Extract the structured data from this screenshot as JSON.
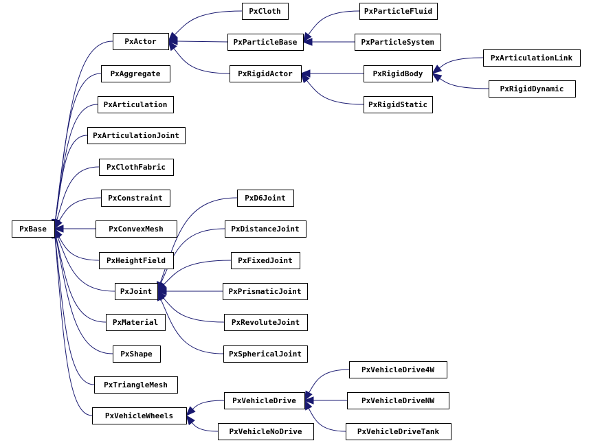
{
  "diagram": {
    "type": "class-inheritance-graph",
    "nodes": [
      {
        "id": "PxBase",
        "label": "PxBase"
      },
      {
        "id": "PxActor",
        "label": "PxActor"
      },
      {
        "id": "PxAggregate",
        "label": "PxAggregate"
      },
      {
        "id": "PxArticulation",
        "label": "PxArticulation"
      },
      {
        "id": "PxArticulationJoint",
        "label": "PxArticulationJoint"
      },
      {
        "id": "PxClothFabric",
        "label": "PxClothFabric"
      },
      {
        "id": "PxConstraint",
        "label": "PxConstraint"
      },
      {
        "id": "PxConvexMesh",
        "label": "PxConvexMesh"
      },
      {
        "id": "PxHeightField",
        "label": "PxHeightField"
      },
      {
        "id": "PxJoint",
        "label": "PxJoint"
      },
      {
        "id": "PxMaterial",
        "label": "PxMaterial"
      },
      {
        "id": "PxShape",
        "label": "PxShape"
      },
      {
        "id": "PxTriangleMesh",
        "label": "PxTriangleMesh"
      },
      {
        "id": "PxVehicleWheels",
        "label": "PxVehicleWheels"
      },
      {
        "id": "PxCloth",
        "label": "PxCloth"
      },
      {
        "id": "PxParticleBase",
        "label": "PxParticleBase"
      },
      {
        "id": "PxRigidActor",
        "label": "PxRigidActor"
      },
      {
        "id": "PxParticleFluid",
        "label": "PxParticleFluid"
      },
      {
        "id": "PxParticleSystem",
        "label": "PxParticleSystem"
      },
      {
        "id": "PxRigidBody",
        "label": "PxRigidBody"
      },
      {
        "id": "PxRigidStatic",
        "label": "PxRigidStatic"
      },
      {
        "id": "PxArticulationLink",
        "label": "PxArticulationLink"
      },
      {
        "id": "PxRigidDynamic",
        "label": "PxRigidDynamic"
      },
      {
        "id": "PxD6Joint",
        "label": "PxD6Joint"
      },
      {
        "id": "PxDistanceJoint",
        "label": "PxDistanceJoint"
      },
      {
        "id": "PxFixedJoint",
        "label": "PxFixedJoint"
      },
      {
        "id": "PxPrismaticJoint",
        "label": "PxPrismaticJoint"
      },
      {
        "id": "PxRevoluteJoint",
        "label": "PxRevoluteJoint"
      },
      {
        "id": "PxSphericalJoint",
        "label": "PxSphericalJoint"
      },
      {
        "id": "PxVehicleDrive",
        "label": "PxVehicleDrive"
      },
      {
        "id": "PxVehicleNoDrive",
        "label": "PxVehicleNoDrive"
      },
      {
        "id": "PxVehicleDrive4W",
        "label": "PxVehicleDrive4W"
      },
      {
        "id": "PxVehicleDriveNW",
        "label": "PxVehicleDriveNW"
      },
      {
        "id": "PxVehicleDriveTank",
        "label": "PxVehicleDriveTank"
      }
    ],
    "edges": [
      {
        "from": "PxActor",
        "to": "PxBase"
      },
      {
        "from": "PxAggregate",
        "to": "PxBase"
      },
      {
        "from": "PxArticulation",
        "to": "PxBase"
      },
      {
        "from": "PxArticulationJoint",
        "to": "PxBase"
      },
      {
        "from": "PxClothFabric",
        "to": "PxBase"
      },
      {
        "from": "PxConstraint",
        "to": "PxBase"
      },
      {
        "from": "PxConvexMesh",
        "to": "PxBase"
      },
      {
        "from": "PxHeightField",
        "to": "PxBase"
      },
      {
        "from": "PxJoint",
        "to": "PxBase"
      },
      {
        "from": "PxMaterial",
        "to": "PxBase"
      },
      {
        "from": "PxShape",
        "to": "PxBase"
      },
      {
        "from": "PxTriangleMesh",
        "to": "PxBase"
      },
      {
        "from": "PxVehicleWheels",
        "to": "PxBase"
      },
      {
        "from": "PxCloth",
        "to": "PxActor"
      },
      {
        "from": "PxParticleBase",
        "to": "PxActor"
      },
      {
        "from": "PxRigidActor",
        "to": "PxActor"
      },
      {
        "from": "PxParticleFluid",
        "to": "PxParticleBase"
      },
      {
        "from": "PxParticleSystem",
        "to": "PxParticleBase"
      },
      {
        "from": "PxRigidBody",
        "to": "PxRigidActor"
      },
      {
        "from": "PxRigidStatic",
        "to": "PxRigidActor"
      },
      {
        "from": "PxArticulationLink",
        "to": "PxRigidBody"
      },
      {
        "from": "PxRigidDynamic",
        "to": "PxRigidBody"
      },
      {
        "from": "PxD6Joint",
        "to": "PxJoint"
      },
      {
        "from": "PxDistanceJoint",
        "to": "PxJoint"
      },
      {
        "from": "PxFixedJoint",
        "to": "PxJoint"
      },
      {
        "from": "PxPrismaticJoint",
        "to": "PxJoint"
      },
      {
        "from": "PxRevoluteJoint",
        "to": "PxJoint"
      },
      {
        "from": "PxSphericalJoint",
        "to": "PxJoint"
      },
      {
        "from": "PxVehicleDrive",
        "to": "PxVehicleWheels"
      },
      {
        "from": "PxVehicleNoDrive",
        "to": "PxVehicleWheels"
      },
      {
        "from": "PxVehicleDrive4W",
        "to": "PxVehicleDrive"
      },
      {
        "from": "PxVehicleDriveNW",
        "to": "PxVehicleDrive"
      },
      {
        "from": "PxVehicleDriveTank",
        "to": "PxVehicleDrive"
      }
    ],
    "colors": {
      "edge": "#191970",
      "box_border": "#000000",
      "background": "#ffffff"
    }
  }
}
